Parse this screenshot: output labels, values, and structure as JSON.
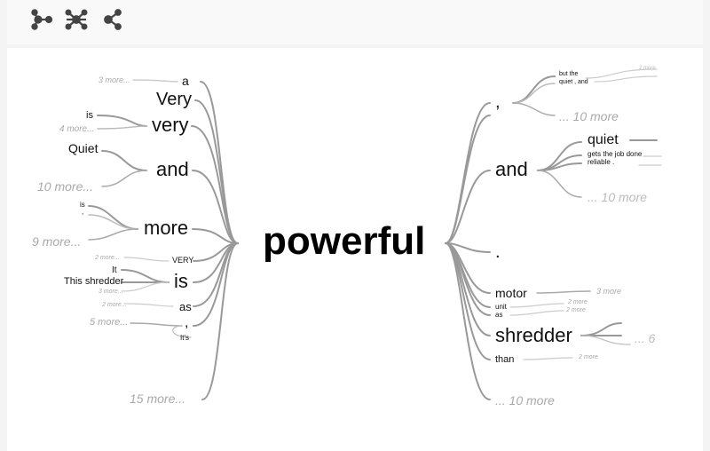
{
  "toolbar": {
    "icons": [
      "tree-one-side-icon",
      "tree-both-sides-icon",
      "tree-left-icon"
    ]
  },
  "root": "powerful",
  "left": {
    "a": "a",
    "a_more": "3 more...",
    "Very": "Very",
    "very": "very",
    "very_is": "is",
    "very_more": "4 more...",
    "and": "and",
    "and_quiet": "Quiet",
    "and_more": "10 more...",
    "more": "more",
    "more_is": "is",
    "more_dot": ",",
    "more_more": "9 more...",
    "VERY": "VERY",
    "VERY_more": "2 more...",
    "is": "is",
    "is_it": "It",
    "is_shredder": "This shredder",
    "is_more": "3 more...",
    "as": "as",
    "as_more": "2 more...",
    "comma": ",",
    "comma_more": "5 more...",
    "its": "It's",
    "bottom_more": "15 more..."
  },
  "right": {
    "comma": ",",
    "comma_but": "but the",
    "comma_quiet": "quiet , and",
    "comma_more1": "2 more",
    "comma_more2": "... 10 more",
    "and": "and",
    "and_quiet": "quiet",
    "and_gets": "gets the job done",
    "and_reliable": "reliable .",
    "and_more": "... 10 more",
    "dot": ".",
    "motor": "motor",
    "motor_more": "3 more",
    "unit": "unit",
    "unit_more": "2 more",
    "as": "as",
    "as_more": "2 more",
    "shredder": "shredder",
    "shredder_more": "... 6",
    "than": "than",
    "than_more": "2 more",
    "bottom_more": "... 10 more"
  }
}
